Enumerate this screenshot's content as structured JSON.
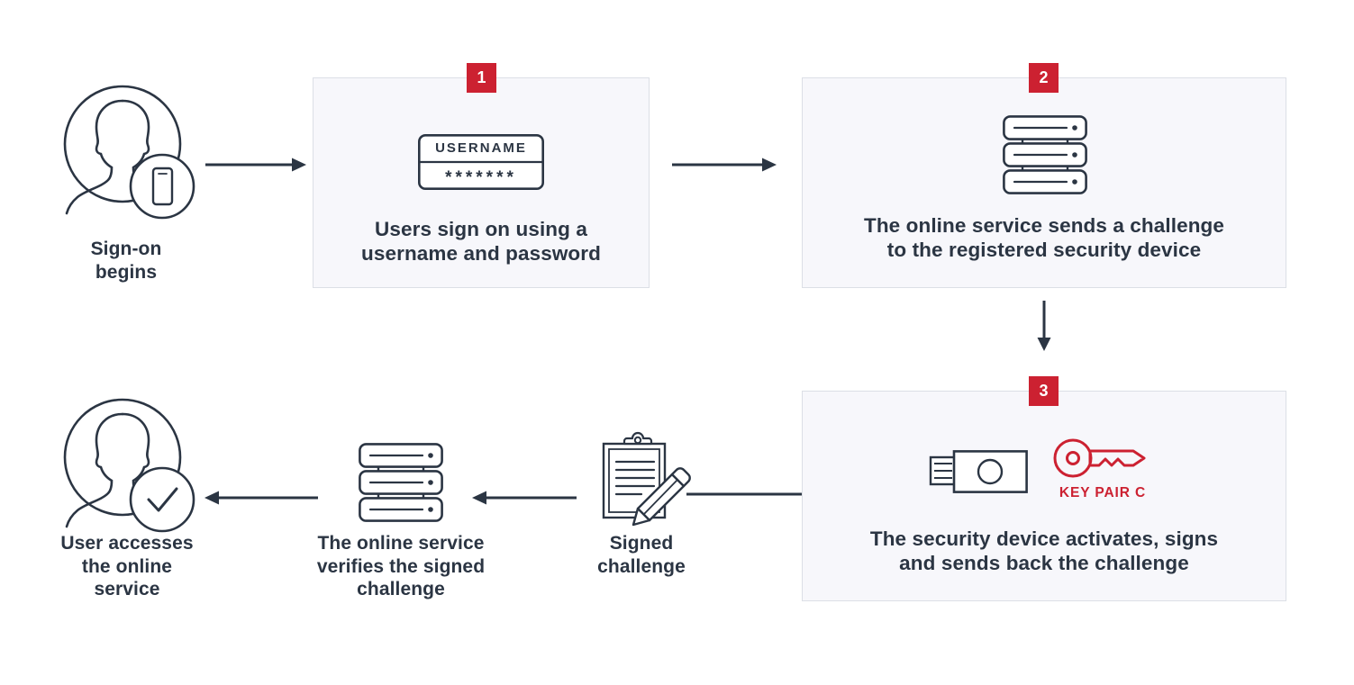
{
  "diagram": {
    "title": "FIDO security key sign-on flow",
    "colors": {
      "accent_red": "#cc2131",
      "ink_navy": "#2b3543",
      "box_fill": "#f7f7fb",
      "box_border": "#dcdfe6",
      "page_background": "#ffffff"
    }
  },
  "nodes": {
    "signon": {
      "caption": "Sign-on\nbegins",
      "caption_line1": "Sign-on",
      "caption_line2": "begins",
      "icon": "user-with-phone-icon"
    },
    "step1": {
      "badge": "1",
      "icon": "login-form-icon",
      "form": {
        "username_value": "USERNAME",
        "password_value": "*******"
      },
      "caption_line1": "Users sign on using a",
      "caption_line2": "username and password"
    },
    "step2": {
      "badge": "2",
      "icon": "server-stack-icon",
      "caption_line1": "The online service sends a challenge",
      "caption_line2": "to the registered security device"
    },
    "step3": {
      "badge": "3",
      "icons": [
        "usb-security-key-icon",
        "key-icon"
      ],
      "key_label": "KEY PAIR C",
      "caption_line1": "The security device activates, signs",
      "caption_line2": "and sends back the challenge"
    },
    "signed_challenge": {
      "icon": "clipboard-pencil-icon",
      "caption_line1": "Signed",
      "caption_line2": "challenge"
    },
    "verify": {
      "icon": "server-stack-icon",
      "caption_line1": "The online service",
      "caption_line2": "verifies the signed",
      "caption_line3": "challenge"
    },
    "access": {
      "icon": "user-with-check-icon",
      "caption_line1": "User accesses",
      "caption_line2": "the online",
      "caption_line3": "service"
    }
  },
  "arrows": [
    {
      "name": "signon-to-step1",
      "direction": "right"
    },
    {
      "name": "step1-to-step2",
      "direction": "right"
    },
    {
      "name": "step2-to-step3",
      "direction": "down"
    },
    {
      "name": "step3-to-signed-challenge",
      "direction": "line"
    },
    {
      "name": "signed-challenge-to-verify",
      "direction": "left"
    },
    {
      "name": "verify-to-access",
      "direction": "left"
    }
  ]
}
